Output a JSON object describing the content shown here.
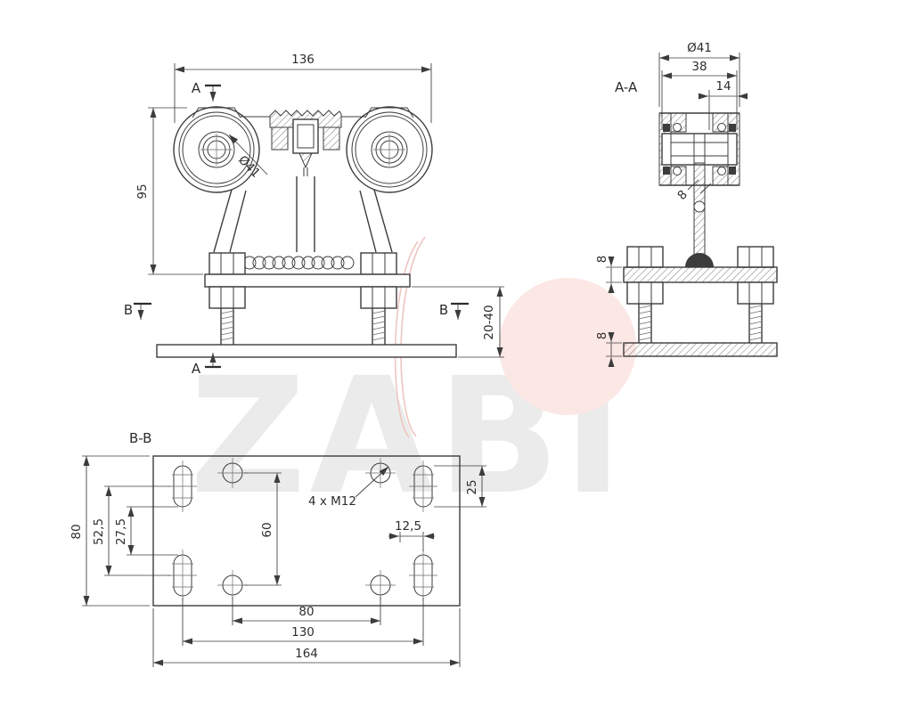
{
  "front_view": {
    "dim_overall_width": "136",
    "dim_height": "95",
    "dim_roller_diameter": "Ø41",
    "dim_adjustment_range": "20-40",
    "section_a_top": "A",
    "section_a_bottom": "A",
    "section_b_left": "B",
    "section_b_right": "B"
  },
  "section_aa": {
    "label": "A-A",
    "dim_roller_diameter": "Ø41",
    "dim_axle_width": "38",
    "dim_hub_width": "14",
    "dim_bracket_thickness": "8",
    "dim_upper_plate_thickness": "8",
    "dim_lower_plate_thickness": "8"
  },
  "section_bb": {
    "label": "B-B",
    "dim_plate_depth": "80",
    "dim_slot_vertical_spacing": "52,5",
    "dim_slot_inner_gap": "27,5",
    "dim_hole_vertical_spacing": "60",
    "dim_slot_length": "25",
    "dim_slot_offset": "12,5",
    "dim_hole_horizontal_spacing": "80",
    "dim_slot_horizontal_spacing": "130",
    "dim_plate_width": "164",
    "hole_callout": "4 x M12"
  },
  "watermark": {
    "brand": "ZABI"
  }
}
